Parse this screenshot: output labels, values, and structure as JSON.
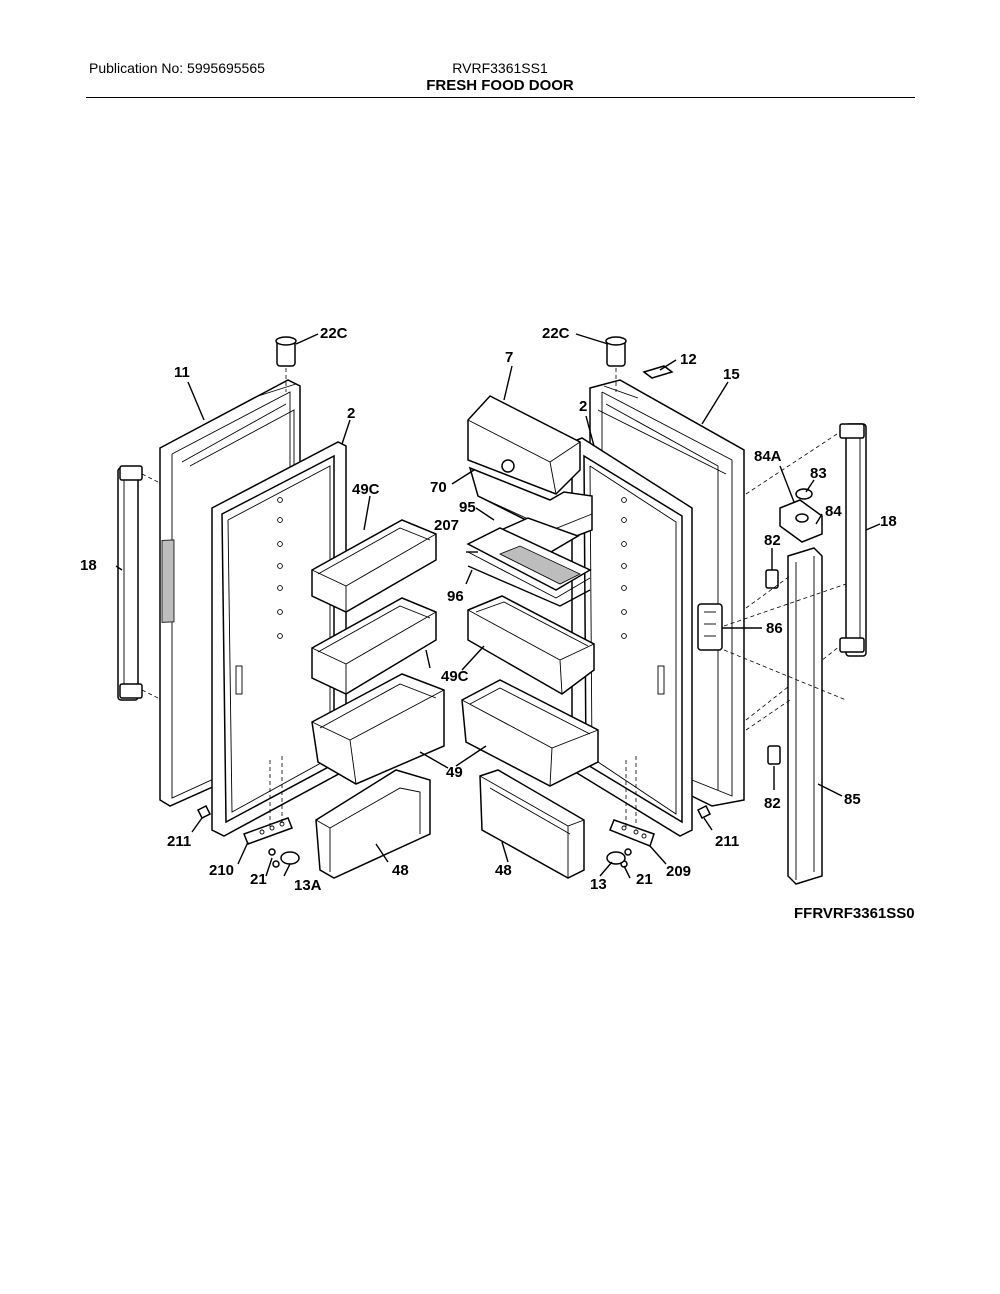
{
  "header": {
    "publication": "Publication No: 5995695565",
    "model": "RVRF3361SS1",
    "title": "FRESH FOOD DOOR"
  },
  "diagram": {
    "drawing_code": "FFRVRF3361SS0",
    "callouts": {
      "c22c_left": "22C",
      "c22c_right": "22C",
      "c11": "11",
      "c2_left": "2",
      "c2_right": "2",
      "c7": "7",
      "c12": "12",
      "c15": "15",
      "c49c_top": "49C",
      "c49c_mid": "49C",
      "c70": "70",
      "c95": "95",
      "c207": "207",
      "c96": "96",
      "c84a": "84A",
      "c83": "83",
      "c84": "84",
      "c18_left": "18",
      "c18_right": "18",
      "c82_top": "82",
      "c82_bottom": "82",
      "c86": "86",
      "c49_left": "49",
      "c49_right": "49",
      "c85": "85",
      "c211_left": "211",
      "c211_right": "211",
      "c210": "210",
      "c209": "209",
      "c21_left": "21",
      "c21_right": "21",
      "c13a": "13A",
      "c13": "13",
      "c48_left": "48",
      "c48_right": "48"
    }
  }
}
